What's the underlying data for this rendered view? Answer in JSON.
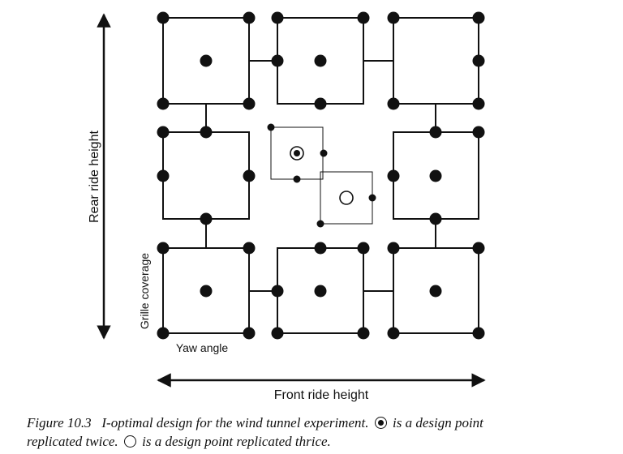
{
  "axes": {
    "vertical_label": "Rear ride height",
    "horizontal_label": "Front ride height",
    "inner_vertical_label": "Grille coverage",
    "inner_horizontal_label": "Yaw angle"
  },
  "caption": {
    "figure_number": "Figure 10.3",
    "text": "I-optimal design for the wind tunnel experiment.",
    "symbol_twice_text": "is a design point",
    "line2_prefix": "replicated twice.",
    "symbol_thrice_text": "is a design point replicated thrice."
  },
  "legend_symbols": {
    "replicated_twice": "circled-dot-icon",
    "replicated_thrice": "open-circle-icon"
  },
  "colors": {
    "ink": "#111111",
    "background": "#ffffff"
  }
}
